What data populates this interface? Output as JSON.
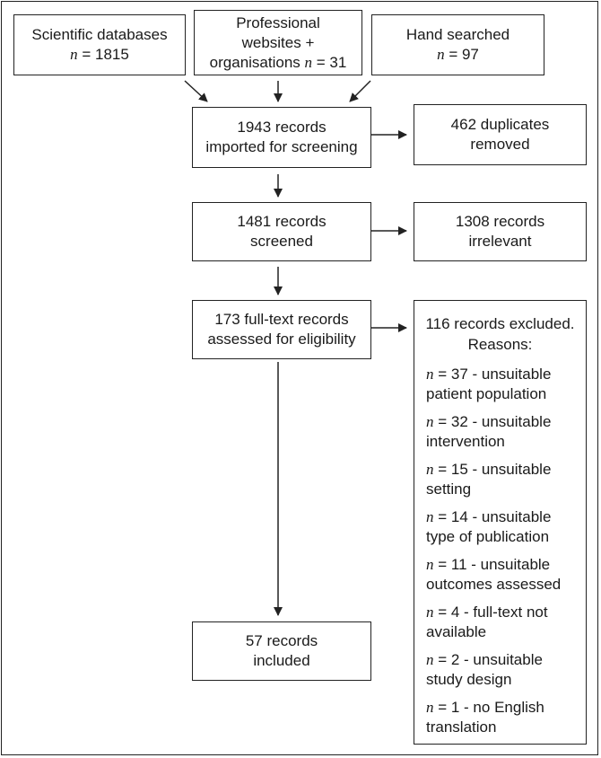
{
  "sources": [
    {
      "line1": "Scientific databases",
      "n_prefix": "n",
      "n_value": "= 1815"
    },
    {
      "line1": "Professional",
      "line2": "websites +",
      "line3_text": "organisations ",
      "n_prefix": "n",
      "n_value": "= 31"
    },
    {
      "line1": "Hand searched",
      "n_prefix": "n",
      "n_value": "= 97"
    }
  ],
  "steps": {
    "imported": {
      "line1": "1943 records",
      "line2": "imported for screening"
    },
    "duplicates": {
      "line1": "462 duplicates",
      "line2": "removed"
    },
    "screened": {
      "line1": "1481 records",
      "line2": "screened"
    },
    "irrelevant": {
      "line1": "1308 records",
      "line2": "irrelevant"
    },
    "fulltext": {
      "line1": "173 full-text records",
      "line2": "assessed for eligibility"
    },
    "included": {
      "line1": "57 records",
      "line2": "included"
    }
  },
  "excluded": {
    "line1": "116 records excluded.",
    "line2": "Reasons:",
    "reasons": [
      {
        "n": "n",
        "text1": " = 37 - unsuitable",
        "text2": "patient population"
      },
      {
        "n": "n",
        "text1": " = 32 - unsuitable",
        "text2": "intervention"
      },
      {
        "n": "n",
        "text1": " = 15 - unsuitable",
        "text2": "setting"
      },
      {
        "n": "n",
        "text1": " = 14 - unsuitable",
        "text2": "type of publication"
      },
      {
        "n": "n",
        "text1": " = 11 - unsuitable",
        "text2": "outcomes assessed"
      },
      {
        "n": "n",
        "text1": " = 4 - full-text not",
        "text2": "available"
      },
      {
        "n": "n",
        "text1": " = 2 - unsuitable",
        "text2": "study design"
      },
      {
        "n": "n",
        "text1": " = 1 - no English",
        "text2": "translation"
      }
    ]
  }
}
